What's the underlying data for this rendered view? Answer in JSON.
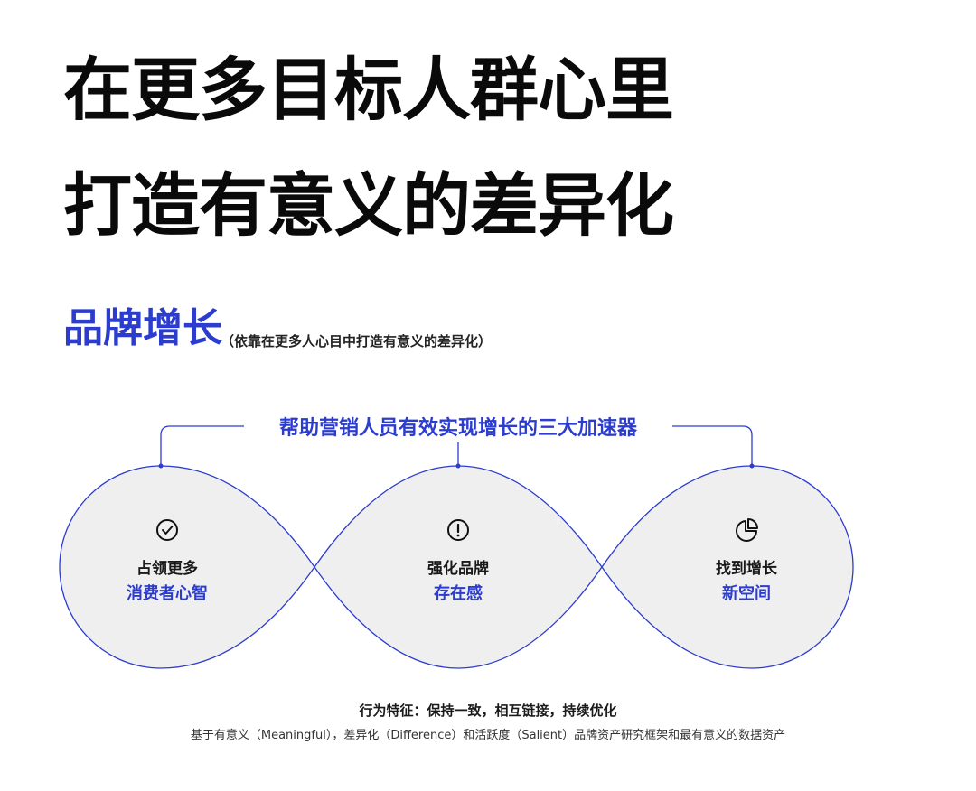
{
  "headline": {
    "line1": "在更多目标人群心里",
    "line2": "打造有意义的差异化"
  },
  "brand_section": {
    "title": "品牌增长",
    "subtitle": "（依靠在更多人心目中打造有意义的差异化）"
  },
  "diagram": {
    "title": "帮助营销人员有效实现增长的三大加速器",
    "accent_color": "#2b3ccf",
    "fill_color": "#efefef",
    "nodes": [
      {
        "icon": "check-circle-icon",
        "label_top": "占领更多",
        "label_bottom": "消费者心智"
      },
      {
        "icon": "exclamation-circle-icon",
        "label_top": "强化品牌",
        "label_bottom": "存在感"
      },
      {
        "icon": "pie-chart-icon",
        "label_top": "找到增长",
        "label_bottom": "新空间"
      }
    ]
  },
  "footer": {
    "behavior": "行为特征：保持一致，相互链接，持续优化",
    "basis": "基于有意义（Meaningful），差异化（Difference）和活跃度（Salient）品牌资产研究框架和最有意义的数据资产"
  }
}
